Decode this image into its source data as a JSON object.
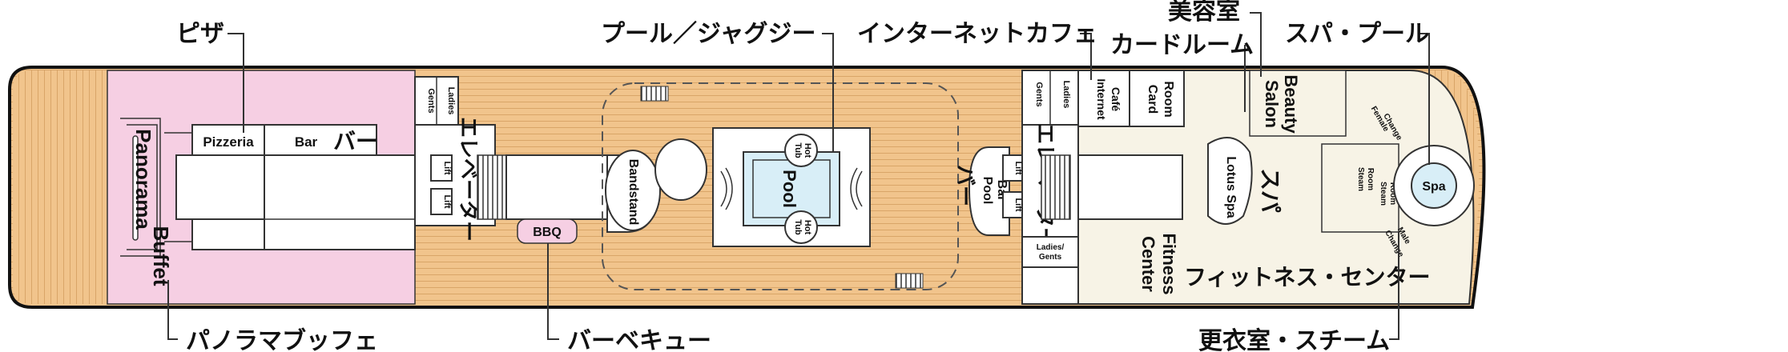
{
  "callouts": {
    "pizza": "ピザ",
    "pool_jacuzzi": "プール／ジャグジー",
    "internet_cafe": "インターネットカフェ",
    "beauty_room": "美容室",
    "card_room": "カードルーム",
    "spa_pool": "スパ・プール",
    "panorama_buffet": "パノラマブッフェ",
    "bbq": "バーベキュー",
    "changing_steam": "更衣室・スチーム"
  },
  "rooms": {
    "panorama": "Panorama",
    "buffet": "Buffet",
    "pizzeria": "Pizzeria",
    "bar": "Bar",
    "bar_jp": "バー",
    "ladies": "Ladies",
    "gents": "Gents",
    "elevator_jp": "エレベーター",
    "lift": "Lift",
    "bbq": "BBQ",
    "bandstand": "Bandstand",
    "pool": "Pool",
    "hot": "Hot",
    "tub": "Tub",
    "pool_bar_1": "Pool",
    "pool_bar_2": "Bar",
    "ladies_gents_1": "Ladies/",
    "ladies_gents_2": "Gents",
    "internet": "Internet",
    "cafe": "Café",
    "card": "Card",
    "room": "Room",
    "beauty": "Beauty",
    "salon": "Salon",
    "lotus_spa": "Lotus Spa",
    "spa_jp": "スパ",
    "fitness": "Fitness",
    "center": "Center",
    "fitness_jp": "フィットネス・センター",
    "female": "Female",
    "male": "Male",
    "change": "Change",
    "steam": "Steam",
    "spa": "Spa"
  },
  "colors": {
    "deck_wood": "#f1c48c",
    "deck_lines": "#d9a568",
    "buffet_pink": "#f6cfe3",
    "interior_cream": "#f7f3e6",
    "pool_water": "#d8eef7"
  }
}
